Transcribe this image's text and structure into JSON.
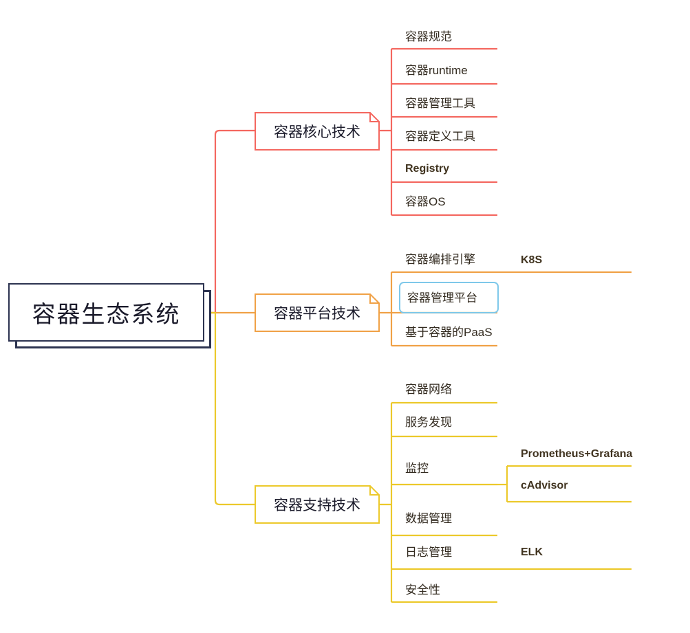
{
  "diagram": {
    "type": "mind-map",
    "title": "容器生态系统",
    "orientation": "left-to-right",
    "background": "#ffffff"
  },
  "colors": {
    "root_border": "#2c3350",
    "root_text": "#1b1b2b",
    "branch_core": "#f4675f",
    "branch_platform": "#f0a146",
    "branch_support": "#ecc92b",
    "selection": "#7ec8ea",
    "leaf_text": "#332b20"
  },
  "root": {
    "label": "容器生态系统"
  },
  "branches": [
    {
      "id": "core",
      "label": "容器核心技术",
      "color": "#f4675f",
      "children": [
        {
          "label": "容器规范",
          "children": []
        },
        {
          "label": "容器runtime",
          "children": []
        },
        {
          "label": "容器管理工具",
          "children": []
        },
        {
          "label": "容器定义工具",
          "children": []
        },
        {
          "label": "Registry",
          "children": []
        },
        {
          "label": "容器OS",
          "children": []
        }
      ]
    },
    {
      "id": "platform",
      "label": "容器平台技术",
      "color": "#f0a146",
      "children": [
        {
          "label": "容器编排引擎",
          "children": [
            {
              "label": "K8S"
            }
          ]
        },
        {
          "label": "容器管理平台",
          "selected": true,
          "children": []
        },
        {
          "label": "基于容器的PaaS",
          "children": []
        }
      ]
    },
    {
      "id": "support",
      "label": "容器支持技术",
      "color": "#ecc92b",
      "children": [
        {
          "label": "容器网络",
          "children": []
        },
        {
          "label": "服务发现",
          "children": []
        },
        {
          "label": "监控",
          "children": [
            {
              "label": "Prometheus+Grafana"
            },
            {
              "label": "cAdvisor"
            }
          ]
        },
        {
          "label": "数据管理",
          "children": []
        },
        {
          "label": "日志管理",
          "children": [
            {
              "label": "ELK"
            }
          ]
        },
        {
          "label": "安全性",
          "children": []
        }
      ]
    }
  ],
  "selected_node": "容器管理平台"
}
